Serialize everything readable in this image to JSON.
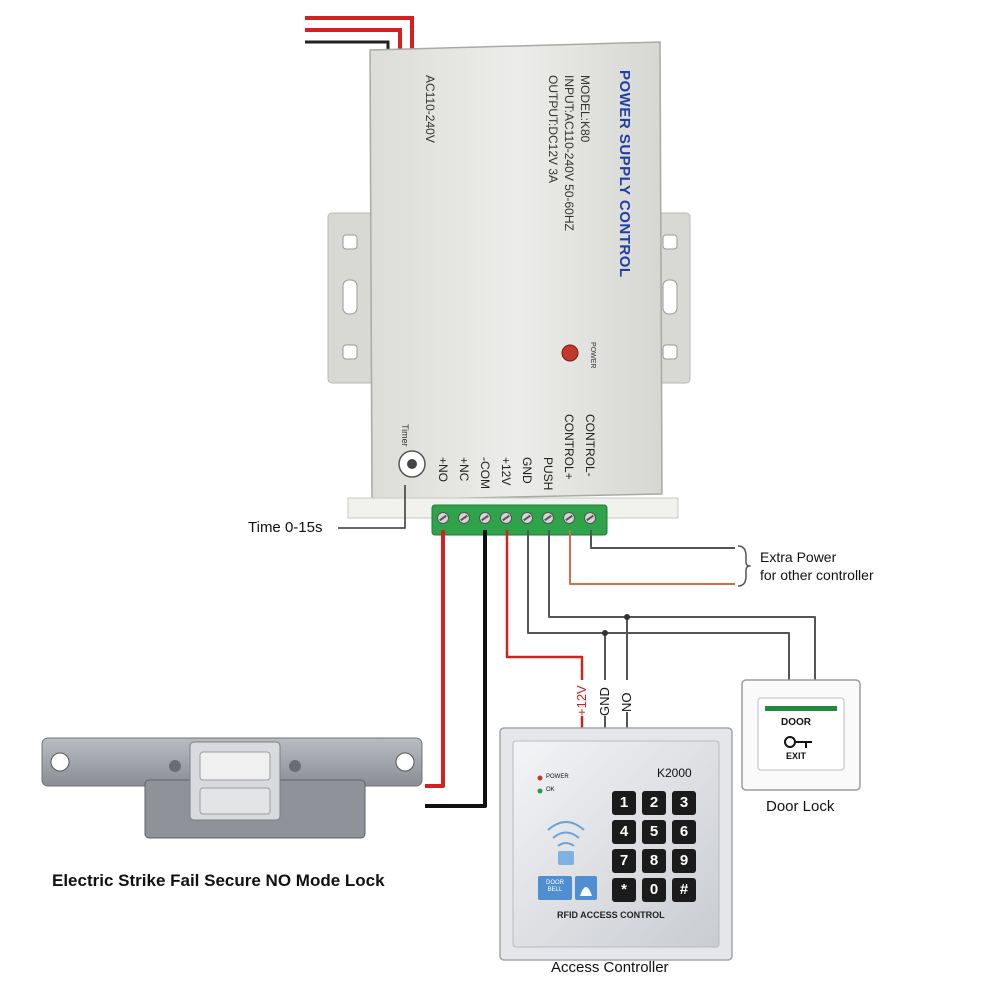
{
  "power_supply": {
    "brand": "POWER SUPPLY CONTROL",
    "model": "MODEL:K80",
    "input": "INPUT:AC110-240V  50-60HZ",
    "output": "OUTPUT:DC12V  3A",
    "ac_label": "AC110-240V",
    "power_led_label": "POWER",
    "timer_label": "Timer",
    "terminals": [
      "+NO",
      "+NC",
      "-COM",
      "+12V",
      "GND",
      "PUSH",
      "CONTROL+",
      "CONTROL-"
    ]
  },
  "labels": {
    "time": "Time 0-15s",
    "extra_power_line1": "Extra Power",
    "extra_power_line2": "for other controller",
    "door_lock": "Door Lock",
    "access_controller": "Access Controller",
    "strike_lock": "Electric Strike Fail Secure NO Mode Lock",
    "wire_12v": "+12V",
    "wire_gnd": "GND",
    "wire_no": "NO"
  },
  "exit_button": {
    "top_text": "DOOR",
    "bottom_text": "EXIT"
  },
  "keypad": {
    "model": "K2000",
    "led_power": "POWER",
    "led_ok": "OK",
    "doorbell": "DOOR BELL",
    "panel_label": "RFID ACCESS CONTROL",
    "keys": [
      "1",
      "2",
      "3",
      "4",
      "5",
      "6",
      "7",
      "8",
      "9",
      "*",
      "0",
      "#"
    ]
  },
  "colors": {
    "wire_red": "#d42020",
    "wire_black": "#111111",
    "wire_grey": "#555555",
    "wire_extra_red": "#d86a50",
    "terminal_green": "#2fa34a",
    "case_grey": "#e6e6e2"
  }
}
